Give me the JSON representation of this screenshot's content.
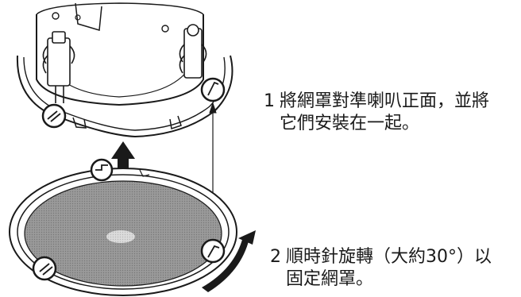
{
  "steps": [
    {
      "number": "1",
      "line1": "將網罩對準喇叭正面，並將",
      "line2": "它們安裝在一起。"
    },
    {
      "number": "2",
      "line1": "順時針旋轉（大約30°）以",
      "line2": "固定網罩。"
    }
  ],
  "colors": {
    "line": "#1a1a1a",
    "grille_mesh": "#8c8c8c",
    "grille_center": "#cfcfcf",
    "speaker_body": "#ffffff"
  }
}
